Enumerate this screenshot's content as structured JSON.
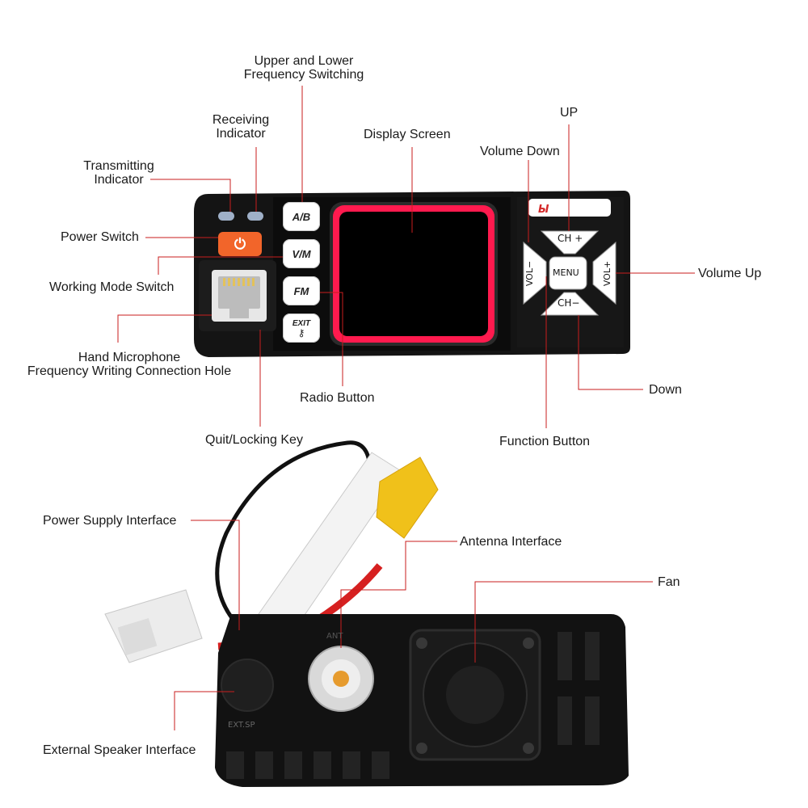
{
  "radio_front": {
    "keys": {
      "ab": "A/B",
      "vm": "V/M",
      "fm": "FM",
      "exit": "EXIT",
      "menu": "MENU",
      "ch_up": "CH +",
      "ch_down": "CH−",
      "vol_down": "VOL−",
      "vol_up": "VOL+"
    },
    "power_icon": "power-icon",
    "brand_logo": "brand-logo"
  },
  "radio_back": {
    "ant_marking": "ANT",
    "ext_spk_marking": "EXT.SP"
  },
  "callouts": {
    "upper_lower": [
      "Upper and Lower",
      "Frequency Switching"
    ],
    "receiving": [
      "Receiving",
      "Indicator"
    ],
    "transmitting": [
      "Transmitting",
      "Indicator"
    ],
    "display_screen": "Display Screen",
    "up": "UP",
    "volume_down": "Volume Down",
    "power_switch": "Power Switch",
    "working_mode": "Working Mode Switch",
    "volume_up": "Volume Up",
    "hand_mic": [
      "Hand Microphone",
      "Frequency Writing Connection Hole"
    ],
    "radio_button": "Radio Button",
    "down": "Down",
    "quit_locking": "Quit/Locking Key",
    "function_button": "Function Button",
    "power_supply": "Power Supply Interface",
    "antenna_interface": "Antenna Interface",
    "fan": "Fan",
    "external_speaker": "External Speaker Interface"
  },
  "colors": {
    "leader_line": "#c81e1e",
    "radio_body": "#141414",
    "power_key": "#f2652a",
    "connector_yellow": "#f0c11a"
  }
}
